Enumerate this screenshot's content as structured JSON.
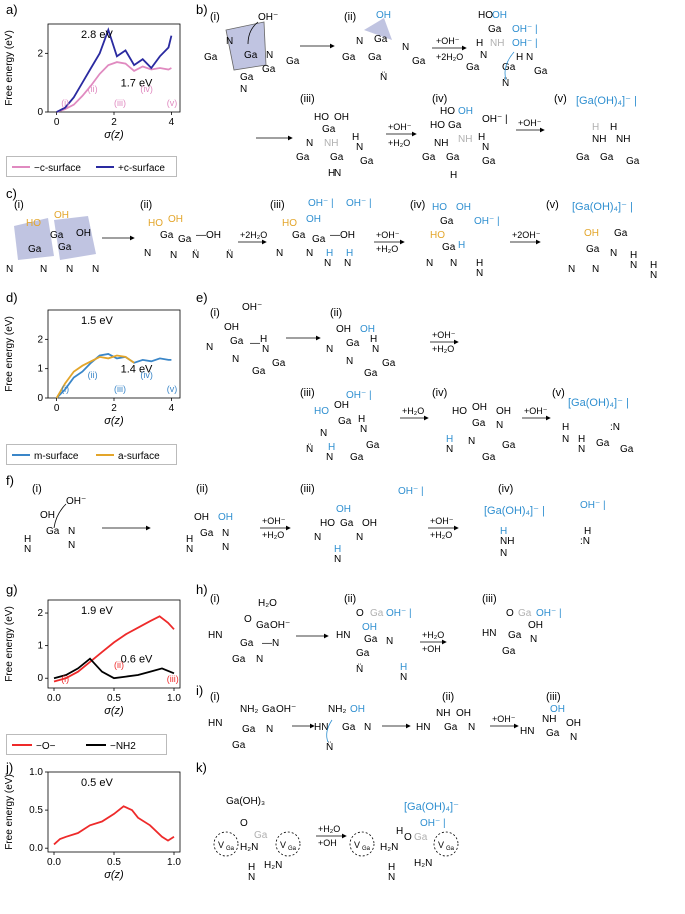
{
  "panels": [
    "a)",
    "b)",
    "c)",
    "d)",
    "e)",
    "f)",
    "g)",
    "h)",
    "i)",
    "j)",
    "k)"
  ],
  "colors": {
    "minus_c": "#e08ac0",
    "plus_c": "#2a2aa0",
    "m_surface": "#3a86c8",
    "a_surface": "#e3a52a",
    "minus_O": "#ee2a2a",
    "minus_NH2": "#000000",
    "oh_blue": "#2f8fd0",
    "oh_orange": "#e3a52a",
    "grey": "#b0b0b0",
    "tetra": "#8c93c8"
  },
  "chart_data": [
    {
      "type": "line",
      "panel": "a)",
      "xlabel": "σ(z)",
      "ylabel": "Free energy (eV)",
      "xlim": [
        -0.3,
        4.3
      ],
      "ylim": [
        0,
        3.0
      ],
      "xticks": [
        0,
        2,
        4
      ],
      "yticks": [
        0,
        2
      ],
      "legend_position": "below",
      "annotations": [
        "2.8 eV",
        "1.7 eV"
      ],
      "stage_labels": [
        "(i)",
        "(ii)",
        "(iii)",
        "(iv)",
        "(v)"
      ],
      "series": [
        {
          "name": "−c-surface",
          "color_key": "minus_c",
          "x": [
            0,
            0.3,
            0.6,
            0.9,
            1.2,
            1.5,
            1.8,
            2.1,
            2.4,
            2.7,
            3.0,
            3.3,
            3.6,
            3.9,
            4.0
          ],
          "y": [
            0.0,
            0.1,
            0.25,
            0.55,
            0.9,
            1.3,
            1.6,
            1.7,
            1.65,
            1.4,
            1.55,
            1.45,
            1.5,
            1.45,
            1.5
          ]
        },
        {
          "name": "+c-surface",
          "color_key": "plus_c",
          "x": [
            0,
            0.3,
            0.6,
            0.9,
            1.2,
            1.5,
            1.8,
            2.1,
            2.4,
            2.7,
            3.0,
            3.3,
            3.6,
            3.9,
            4.0
          ],
          "y": [
            0.0,
            0.15,
            0.5,
            1.0,
            1.5,
            2.0,
            2.8,
            1.9,
            2.1,
            1.6,
            1.8,
            1.5,
            1.9,
            2.2,
            2.6
          ]
        }
      ]
    },
    {
      "type": "line",
      "panel": "d)",
      "xlabel": "σ(z)",
      "ylabel": "Free energy (eV)",
      "xlim": [
        -0.3,
        4.3
      ],
      "ylim": [
        0,
        3.0
      ],
      "xticks": [
        0,
        2,
        4
      ],
      "yticks": [
        0,
        1,
        2
      ],
      "legend_position": "below",
      "annotations": [
        "1.5 eV",
        "1.4 eV"
      ],
      "stage_labels": [
        "(i)",
        "(ii)",
        "(iii)",
        "(iv)",
        "(v)"
      ],
      "series": [
        {
          "name": "m-surface",
          "color_key": "m_surface",
          "x": [
            0,
            0.3,
            0.6,
            0.9,
            1.2,
            1.5,
            1.8,
            2.1,
            2.4,
            2.7,
            3.0,
            3.3,
            3.6,
            3.9,
            4.0
          ],
          "y": [
            0.0,
            0.3,
            0.7,
            0.9,
            1.2,
            1.45,
            1.5,
            1.35,
            1.4,
            1.2,
            1.3,
            1.25,
            1.35,
            1.3,
            1.3
          ]
        },
        {
          "name": "a-surface",
          "color_key": "a_surface",
          "x": [
            0,
            0.3,
            0.6,
            0.9,
            1.2,
            1.5,
            1.8,
            2.1,
            2.4,
            2.7
          ],
          "y": [
            0.0,
            0.5,
            0.9,
            1.1,
            1.25,
            1.4,
            1.35,
            1.45,
            1.4,
            1.2
          ]
        }
      ]
    },
    {
      "type": "line",
      "panel": "g)",
      "xlabel": "σ(z)",
      "ylabel": "Free energy (eV)",
      "xlim": [
        -0.05,
        1.05
      ],
      "ylim": [
        -0.3,
        2.4
      ],
      "xticks": [
        0.0,
        0.5,
        1.0
      ],
      "yticks": [
        0,
        1,
        2
      ],
      "legend_position": "below",
      "annotations": [
        "1.9 eV",
        "0.6 eV"
      ],
      "stage_labels": [
        "(i)",
        "(ii)",
        "(iii)"
      ],
      "series": [
        {
          "name": "−O−",
          "color_key": "minus_O",
          "x": [
            0.0,
            0.1,
            0.2,
            0.3,
            0.4,
            0.5,
            0.6,
            0.7,
            0.8,
            0.88,
            0.95,
            1.0
          ],
          "y": [
            -0.1,
            0.0,
            0.2,
            0.5,
            0.8,
            1.1,
            1.35,
            1.55,
            1.75,
            1.9,
            1.7,
            1.5
          ]
        },
        {
          "name": "−NH2",
          "color_key": "minus_NH2",
          "x": [
            0.0,
            0.1,
            0.2,
            0.3,
            0.4,
            0.5,
            0.6,
            0.7,
            0.8,
            0.9,
            1.0
          ],
          "y": [
            0.0,
            0.1,
            0.3,
            0.6,
            0.2,
            0.0,
            0.05,
            0.1,
            0.2,
            0.3,
            0.15
          ]
        }
      ]
    },
    {
      "type": "line",
      "panel": "j)",
      "xlabel": "σ(z)",
      "ylabel": "Free energy (eV)",
      "xlim": [
        -0.05,
        1.05
      ],
      "ylim": [
        -0.05,
        1.0
      ],
      "xticks": [
        0.0,
        0.5,
        1.0
      ],
      "yticks": [
        0.0,
        0.5,
        1.0
      ],
      "annotations": [
        "0.5 eV"
      ],
      "series": [
        {
          "name": "",
          "color_key": "minus_O",
          "x": [
            0.0,
            0.05,
            0.1,
            0.2,
            0.3,
            0.4,
            0.5,
            0.58,
            0.65,
            0.7,
            0.8,
            0.9,
            0.95,
            1.0
          ],
          "y": [
            0.05,
            0.12,
            0.15,
            0.2,
            0.3,
            0.35,
            0.45,
            0.55,
            0.5,
            0.4,
            0.3,
            0.15,
            0.1,
            0.15
          ]
        }
      ]
    }
  ],
  "legend_a": [
    "−c-surface",
    "+c-surface"
  ],
  "legend_d": [
    "m-surface",
    "a-surface"
  ],
  "legend_g": [
    "−O−",
    "−NH2"
  ],
  "schemes": {
    "b": {
      "steps": [
        "(i)",
        "(ii)",
        "(iii)",
        "(iv)",
        "(v)"
      ],
      "top_reagent": "OH⁻",
      "arrow1": "+OH⁻",
      "arrow1b": "+2H₂O",
      "arrow2": "+OH⁻",
      "arrow2b": "+H₂O",
      "arrow3": "+OH⁻",
      "ions": [
        "OH⁻ |",
        "OH⁻ |",
        "OH⁻ |"
      ],
      "product": "[Ga(OH)₄]⁻ |",
      "atoms": {
        "Ga": "Ga",
        "N": "N",
        "HO": "HO",
        "OH": "OH",
        "NH": "NH",
        "H": "H"
      }
    },
    "c": {
      "steps": [
        "(i)",
        "(ii)",
        "(iii)",
        "(iv)",
        "(v)"
      ],
      "arrow1": "+2H₂O",
      "arrow2": "+OH⁻",
      "arrow2b": "+H₂O",
      "arrow3": "+2OH⁻",
      "ions": [
        "OH⁻ |",
        "OH⁻ |",
        "OH⁻ |"
      ],
      "product": "[Ga(OH)₄]⁻ |"
    },
    "e": {
      "steps": [
        "(i)",
        "(ii)",
        "(iii)",
        "(iv)",
        "(v)"
      ],
      "arrow1": "+OH⁻",
      "arrow1b": "+H₂O",
      "arrow2": "+H₂O",
      "arrow3": "+OH⁻",
      "ion": "OH⁻ |",
      "product": "[Ga(OH)₄]⁻ |",
      "reagent": "OH⁻"
    },
    "f": {
      "steps": [
        "(i)",
        "(ii)",
        "(iii)",
        "(iv)"
      ],
      "reagent": "OH⁻",
      "arrow1": "+OH⁻",
      "arrow1b": "+H₂O",
      "arrow2": "+OH⁻",
      "arrow2b": "+H₂O",
      "ions": [
        "OH⁻ |",
        "OH⁻ |"
      ],
      "product": "[Ga(OH)₄]⁻ |"
    },
    "h": {
      "steps": [
        "(i)",
        "(ii)",
        "(iii)"
      ],
      "reagent": "H₂O",
      "arrow1": "+H₂O",
      "arrow1b": "+OH",
      "ions": [
        "OH⁻ |",
        "OH⁻ |"
      ]
    },
    "i": {
      "steps": [
        "(i)",
        "(ii)",
        "(iii)"
      ],
      "arrow1": "+OH⁻"
    },
    "k": {
      "left": "Ga(OH)₃",
      "vga": "V",
      "vga_sub": "Ga",
      "h2n": "H₂N",
      "arrow": "+H₂O",
      "arrowb": "+OH",
      "product": "[Ga(OH)₄]⁻",
      "ion": "OH⁻ |"
    }
  }
}
